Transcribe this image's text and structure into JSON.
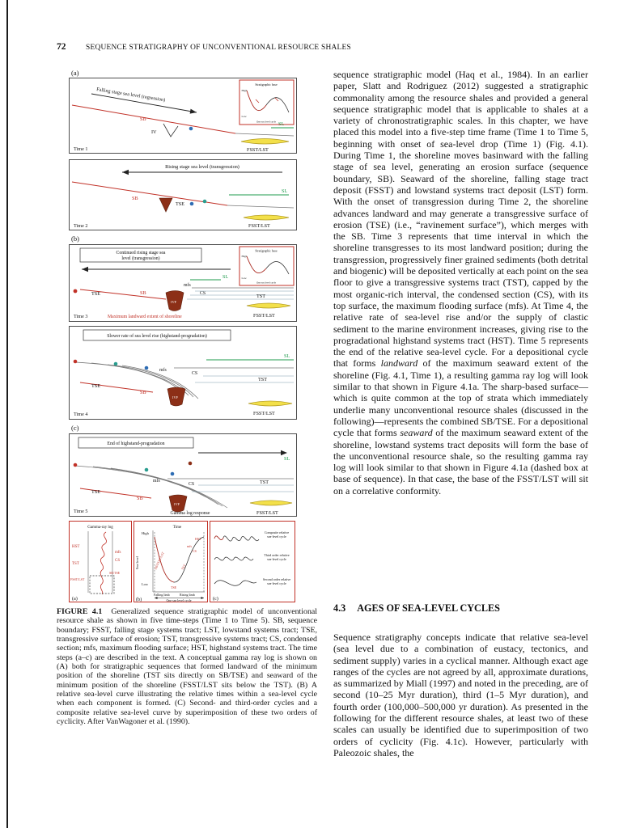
{
  "header": {
    "page_number": "72",
    "running_title": "SEQUENCE STRATIGRAPHY OF UNCONVENTIONAL RESOURCE SHALES"
  },
  "figure": {
    "tag_a": "(a)",
    "tag_b": "(b)",
    "tag_c": "(c)",
    "inset": {
      "title": "Stratigraphic base",
      "high": "High",
      "low": "Low",
      "cycle": "One sea level cycle"
    },
    "t1": {
      "arrow": "Falling stage sea level (regression)",
      "sb": "SB",
      "iv": "IV",
      "sl": "SL",
      "fsst": "FSST/LST",
      "time": "Time 1"
    },
    "t2": {
      "arrow": "Rising stage sea level (transgression)",
      "sb": "SB",
      "tse": "TSE",
      "sl": "SL",
      "fsst": "FSST/LST",
      "time": "Time 2"
    },
    "t3": {
      "arrow_l1": "Continued rising stage sea",
      "arrow_l2": "level (transgression)",
      "tse": "TSE",
      "sb": "SB",
      "ivf": "IVF",
      "mfs": "mfs",
      "cs": "CS",
      "sl": "SL",
      "tst": "TST",
      "fsst": "FSST/LST",
      "time": "Time 3",
      "note": "Maximum landward extent of shoreline"
    },
    "t4": {
      "arrow": "Slower rate of sea level rise (highstand-progradation)",
      "mfs": "mfs",
      "cs": "CS",
      "sl": "SL",
      "tst": "TST",
      "tse": "TSE",
      "sb": "SB",
      "ivf": "IVF",
      "fsst": "FSST/LST",
      "time": "Time 4"
    },
    "t5": {
      "arrow": "End of highstand-progradation",
      "sl": "SL",
      "mfs": "mfs",
      "cs": "CS",
      "tst": "TST",
      "tse": "TSE",
      "sb": "SB",
      "ivf": "IVF",
      "fsst": "FSST/LST",
      "gamma": "Gamma log response",
      "time": "Time 5"
    },
    "ga": {
      "tag": "(a)",
      "title": "Gamma-ray log",
      "hst": "HST",
      "mfs": "mfs",
      "cs": "CS",
      "tst": "TST",
      "fsst": "FSST/LST",
      "sbtse": "SB/TSE"
    },
    "gb": {
      "tag": "(b)",
      "title": "Time",
      "high": "High",
      "low": "Low",
      "axis": "Sea level",
      "sb": "SB/FSST/LST",
      "tst": "TST",
      "mfs": "mfs",
      "cs": "CS",
      "hst": "HST",
      "tse": "TSE",
      "falling": "Falling limb",
      "rising": "Rising limb",
      "cycle": "One sea level cycle"
    },
    "gc": {
      "tag": "(c)",
      "composite_l1": "Composite relative",
      "composite_l2": "sea-level cycle",
      "third_l1": "Third order relative",
      "third_l2": "sea-level cycle",
      "second_l1": "Second order relative",
      "second_l2": "sea-level cycle"
    },
    "caption_label": "FIGURE 4.1",
    "caption_text": "Generalized sequence stratigraphic model of unconventional resource shale as shown in five time-steps (Time 1 to Time 5). SB, sequence boundary; FSST, falling stage systems tract; LST, lowstand systems tract; TSE, transgressive surface of erosion; TST, transgressive systems tract; CS, condensed section; mfs, maximum flooding surface; HST, highstand systems tract. The time steps (a–c) are described in the text. A conceptual gamma ray log is shown on (A) both for stratigraphic sequences that formed landward of the minimum position of the shoreline (TST sits directly on SB/TSE) and seaward of the minimum position of the shoreline (FSST/LST sits below the TST). (B) A relative sea-level curve illustrating the relative times within a sea-level cycle when each component is formed. (C) Second- and third-order cycles and a composite relative sea-level curve by superimposition of these two orders of cyclicity. After VanWagoner et al. (1990)."
  },
  "body": {
    "p1_seg1": "sequence stratigraphic model (Haq et al., 1984). In an earlier paper, Slatt and Rodriguez (2012) suggested a stratigraphic commonality among the resource shales and provided a general sequence stratigraphic model that is applicable to shales at a variety of chronostratigraphic scales. In this chapter, we have placed this model into a five-step time frame (Time 1 to Time 5, beginning with onset of sea-level drop (Time 1) (Fig. 4.1). During Time 1, the shoreline moves basinward with the falling stage of sea level, generating an erosion surface (sequence boundary, SB). Seaward of the shoreline, falling stage tract deposit (FSST) and lowstand systems tract deposit (LST) form. With the onset of transgression during Time 2, the shoreline advances landward and may generate a transgressive surface of erosion (TSE) (i.e., “ravinement surface”), which merges with the SB. Time 3 represents that time interval in which the shoreline transgresses to its most landward position; during the transgression, progressively finer grained sediments (both detrital and biogenic) will be deposited vertically at each point on the sea floor to give a transgressive systems tract (TST), capped by the most organic-rich interval, the condensed section (CS), with its top surface, the maximum flooding surface (mfs). At Time 4, the relative rate of sea-level rise and/or the supply of clastic sediment to the marine environment increases, giving rise to the progradational highstand systems tract (HST). Time 5 represents the end of the relative sea-level cycle. For a depositional cycle that forms ",
    "p1_italic1": "landward",
    "p1_seg2": " of the maximum seaward extent of the shoreline (Fig. 4.1, Time 1), a resulting gamma ray log will look similar to that shown in Figure 4.1a. The sharp-based surface—which is quite common at the top of strata which immediately underlie many unconventional resource shales (discussed in the following)—represents the combined SB/TSE. For a depositional cycle that forms ",
    "p1_italic2": "seaward",
    "p1_seg3": " of the maximum seaward extent of the shoreline, lowstand systems tract deposits will form the base of the unconventional resource shale, so the resulting gamma ray log will look similar to that shown in Figure 4.1a (dashed box at base of sequence). In that case, the base of the FSST/LST will sit on a correlative conformity.",
    "heading_num": "4.3",
    "heading_text": "AGES OF SEA-LEVEL CYCLES",
    "p2": "Sequence stratigraphy concepts indicate that relative sea-level (sea level due to a combination of eustacy, tectonics, and sediment supply) varies in a cyclical manner. Although exact age ranges of the cycles are not agreed by all, approximate durations, as summarized by Miall (1997) and noted in the preceding, are of second (10–25 Myr duration), third (1–5 Myr duration), and fourth order (100,000–500,000 yr duration). As presented in the following for the different resource shales, at least two of these scales can usually be identified due to superimposition of two orders of cyclicity (Fig. 4.1c). However, particularly with Paleozoic shales, the"
  }
}
